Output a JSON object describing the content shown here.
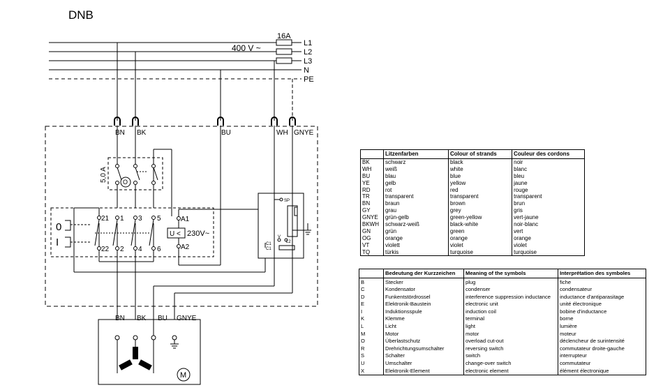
{
  "title": "DNB",
  "supply": {
    "fuse_rating": "16A",
    "voltage": "400 V  ~",
    "lines": [
      "L1",
      "L2",
      "L3",
      "N",
      "PE"
    ]
  },
  "terminals_top": [
    "BN",
    "BK",
    "BU",
    "WH",
    "GNYE"
  ],
  "terminals_motor": [
    "BN",
    "BK",
    "BU",
    "GNYE"
  ],
  "breaker_rating": "5,0 A",
  "switch": {
    "pos_off": "0",
    "pos_on": "I",
    "contact_labels": [
      "21",
      "1",
      "3",
      "5",
      "22",
      "2",
      "4",
      "6"
    ]
  },
  "coil": {
    "symbol": "U <",
    "voltage": "230V~",
    "terminals": [
      "A1",
      "A2"
    ]
  },
  "electronic": {
    "labels": [
      "SP",
      "V",
      "L2",
      "C1",
      "C1"
    ]
  },
  "motor_symbol": "M",
  "strands_table": {
    "headers": [
      "",
      "Litzenfarben",
      "Colour of strands",
      "Couleur des cordons"
    ],
    "rows": [
      [
        "BK",
        "schwarz",
        "black",
        "noir"
      ],
      [
        "WH",
        "weiß",
        "white",
        "blanc"
      ],
      [
        "BU",
        "blau",
        "blue",
        "bleu"
      ],
      [
        "YE",
        "gelb",
        "yellow",
        "jaune"
      ],
      [
        "RD",
        "rot",
        "red",
        "rouge"
      ],
      [
        "TR",
        "transparent",
        "transparent",
        "transparent"
      ],
      [
        "BN",
        "braun",
        "brown",
        "brun"
      ],
      [
        "GY",
        "grau",
        "grey",
        "gris"
      ],
      [
        "GNYE",
        "grün-gelb",
        "green-yellow",
        "vert-jaune"
      ],
      [
        "BKWH",
        "schwarz-weiß",
        "black-white",
        "noir-blanc"
      ],
      [
        "GN",
        "grün",
        "green",
        "vert"
      ],
      [
        "OG",
        "orange",
        "orange",
        "orange"
      ],
      [
        "VT",
        "violett",
        "violet",
        "violet"
      ],
      [
        "TQ",
        "türkis",
        "turquoise",
        "turquoise"
      ]
    ]
  },
  "symbols_table": {
    "headers": [
      "",
      "Bedeutung der Kurzzeichen",
      "Meaning of the symbols",
      "Interprétation des symboles"
    ],
    "rows": [
      [
        "B",
        "Stecker",
        "plug",
        "fiche"
      ],
      [
        "C",
        "Kondensator",
        "condenser",
        "condensateur"
      ],
      [
        "D",
        "Funkentstördrossel",
        "interference suppression inductance",
        "inductance d'antiparasitage"
      ],
      [
        "E",
        "Elektronik-Baustein",
        "electronic unit",
        "unité électronique"
      ],
      [
        "I",
        "Induktionsspule",
        "induction coil",
        "bobine d'inductance"
      ],
      [
        "K",
        "Klemme",
        "terminal",
        "borne"
      ],
      [
        "L",
        "Licht",
        "light",
        "lumière"
      ],
      [
        "M",
        "Motor",
        "motor",
        "moteur"
      ],
      [
        "O",
        "Überlastschutz",
        "overload cut-out",
        "déclencheur de surintensité"
      ],
      [
        "R",
        "Drehrichtungsumschalter",
        "reversing switch",
        "commutateur droite-gauche"
      ],
      [
        "S",
        "Schalter",
        "switch",
        "interrupteur"
      ],
      [
        "U",
        "Umschalter",
        "change-over switch",
        "commutateur"
      ],
      [
        "X",
        "Elektronik-Element",
        "electronic element",
        "élément électronique"
      ]
    ]
  }
}
